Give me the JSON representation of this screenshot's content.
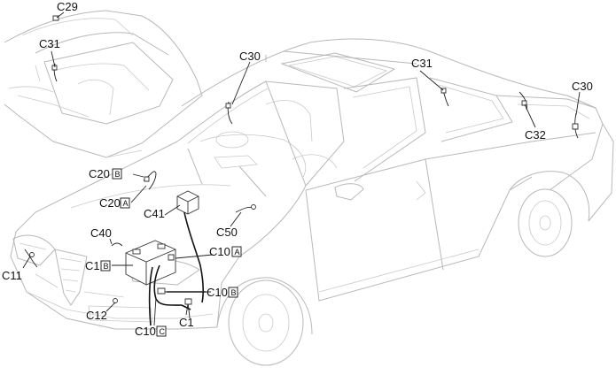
{
  "labels": [
    {
      "id": "c29",
      "text": "C29",
      "suffix": ""
    },
    {
      "id": "c31-left",
      "text": "C31",
      "suffix": ""
    },
    {
      "id": "c30-roof",
      "text": "C30",
      "suffix": ""
    },
    {
      "id": "c31-right",
      "text": "C31",
      "suffix": ""
    },
    {
      "id": "c30-rear",
      "text": "C30",
      "suffix": ""
    },
    {
      "id": "c32",
      "text": "C32",
      "suffix": ""
    },
    {
      "id": "c20b",
      "text": "C20",
      "suffix": "B"
    },
    {
      "id": "c20a",
      "text": "C20",
      "suffix": "A"
    },
    {
      "id": "c41",
      "text": "C41",
      "suffix": ""
    },
    {
      "id": "c50",
      "text": "C50",
      "suffix": ""
    },
    {
      "id": "c40",
      "text": "C40",
      "suffix": ""
    },
    {
      "id": "c10a",
      "text": "C10",
      "suffix": "A"
    },
    {
      "id": "c1b",
      "text": "C1",
      "suffix": "B"
    },
    {
      "id": "c11",
      "text": "C11",
      "suffix": ""
    },
    {
      "id": "c10b",
      "text": "C10",
      "suffix": "B"
    },
    {
      "id": "c12",
      "text": "C12",
      "suffix": ""
    },
    {
      "id": "c10c",
      "text": "C10",
      "suffix": "C"
    },
    {
      "id": "c1",
      "text": "C1",
      "suffix": ""
    }
  ]
}
